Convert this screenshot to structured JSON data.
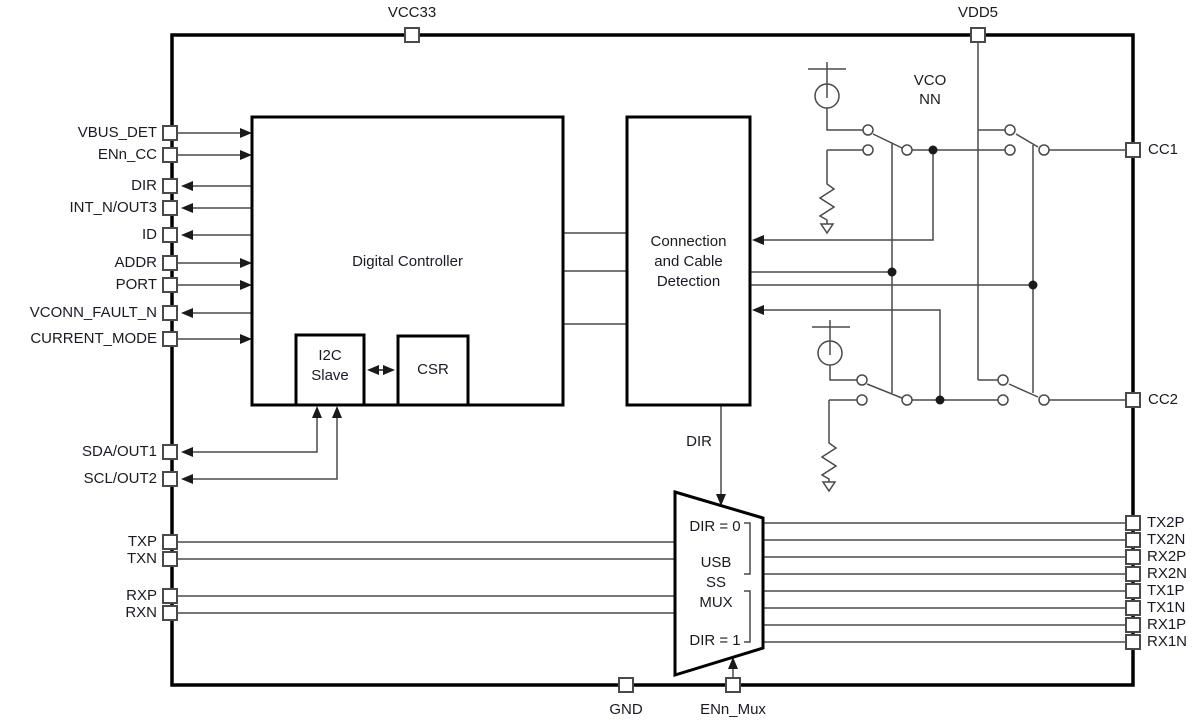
{
  "diagram_type": "block-diagram",
  "colors": {
    "wire": "#4a4a4a",
    "block_border": "#000000",
    "text": "#1a1a24",
    "background": "#ffffff"
  },
  "top_pins": [
    {
      "label": "VCC33"
    },
    {
      "label": "VDD5"
    }
  ],
  "left_pins": [
    {
      "label": "VBUS_DET",
      "dir": "input"
    },
    {
      "label": "ENn_CC",
      "dir": "input"
    },
    {
      "label": "DIR",
      "dir": "output"
    },
    {
      "label": "INT_N/OUT3",
      "dir": "output"
    },
    {
      "label": "ID",
      "dir": "output"
    },
    {
      "label": "ADDR",
      "dir": "input"
    },
    {
      "label": "PORT",
      "dir": "input"
    },
    {
      "label": "VCONN_FAULT_N",
      "dir": "output"
    },
    {
      "label": "CURRENT_MODE",
      "dir": "input"
    },
    {
      "label": "SDA/OUT1",
      "dir": "bidirectional"
    },
    {
      "label": "SCL/OUT2",
      "dir": "bidirectional"
    },
    {
      "label": "TXP",
      "dir": "none"
    },
    {
      "label": "TXN",
      "dir": "none"
    },
    {
      "label": "RXP",
      "dir": "none"
    },
    {
      "label": "RXN",
      "dir": "none"
    }
  ],
  "right_pins": [
    {
      "label": "CC1"
    },
    {
      "label": "CC2"
    },
    {
      "label": "TX2P"
    },
    {
      "label": "TX2N"
    },
    {
      "label": "RX2P"
    },
    {
      "label": "RX2N"
    },
    {
      "label": "TX1P"
    },
    {
      "label": "TX1N"
    },
    {
      "label": "RX1P"
    },
    {
      "label": "RX1N"
    }
  ],
  "bottom_pins": [
    {
      "label": "GND"
    },
    {
      "label": "ENn_Mux"
    }
  ],
  "blocks": {
    "digital_controller": {
      "label": "Digital Controller"
    },
    "i2c_slave": {
      "line1": "I2C",
      "line2": "Slave"
    },
    "csr": {
      "label": "CSR"
    },
    "connection_detection": {
      "line1": "Connection",
      "line2": "and Cable",
      "line3": "Detection"
    },
    "mux": {
      "top": "DIR = 0",
      "mid1": "USB",
      "mid2": "SS",
      "mid3": "MUX",
      "bottom": "DIR = 1"
    }
  },
  "annotations": {
    "vconn_line1": "VCO",
    "vconn_line2": "NN",
    "dir_signal": "DIR"
  }
}
